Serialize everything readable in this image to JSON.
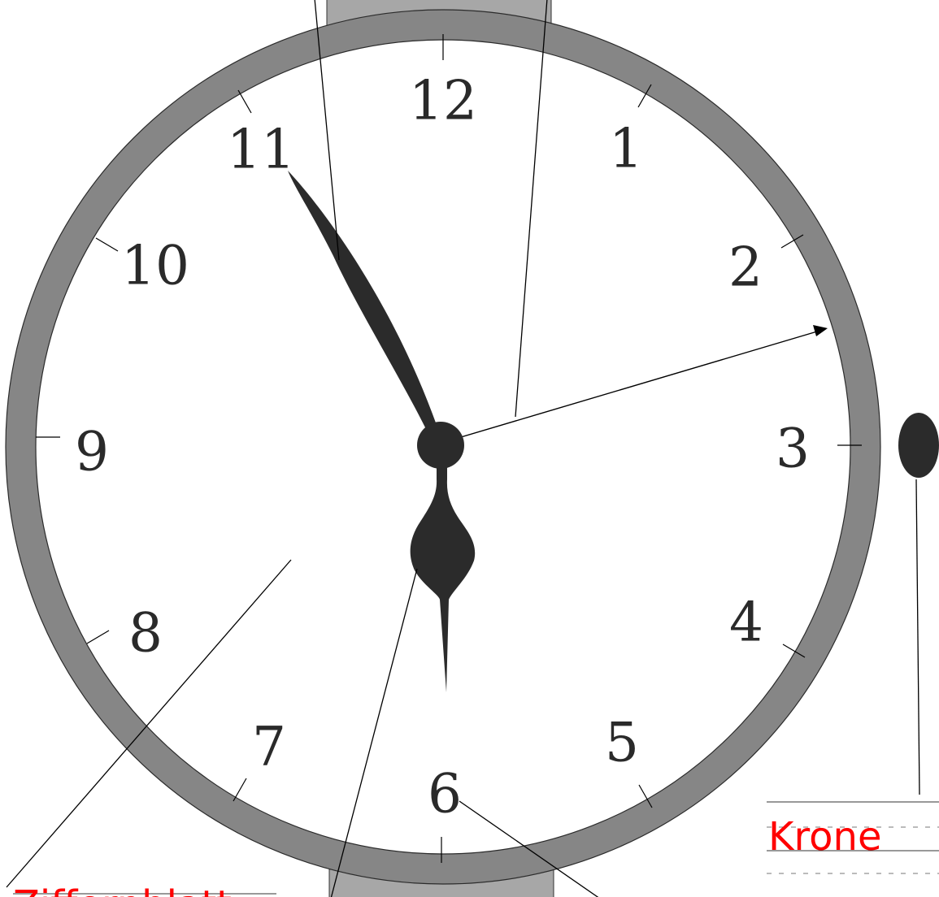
{
  "numerals": [
    "12",
    "1",
    "2",
    "3",
    "4",
    "5",
    "6",
    "7",
    "8",
    "9",
    "10",
    "11"
  ],
  "labels": {
    "crown": "Krone",
    "bottom_left_partial": "Ziffernblatt"
  },
  "time_shown": {
    "hour_hand_points_to": "6",
    "minute_hand_points_to": "11"
  },
  "colors": {
    "bezel": "#868686",
    "face": "#ffffff",
    "hands": "#2b2b2b",
    "strap": "#a7a7a7",
    "label": "#ff0000"
  },
  "icons": {
    "crown": "crown-knob-icon"
  }
}
